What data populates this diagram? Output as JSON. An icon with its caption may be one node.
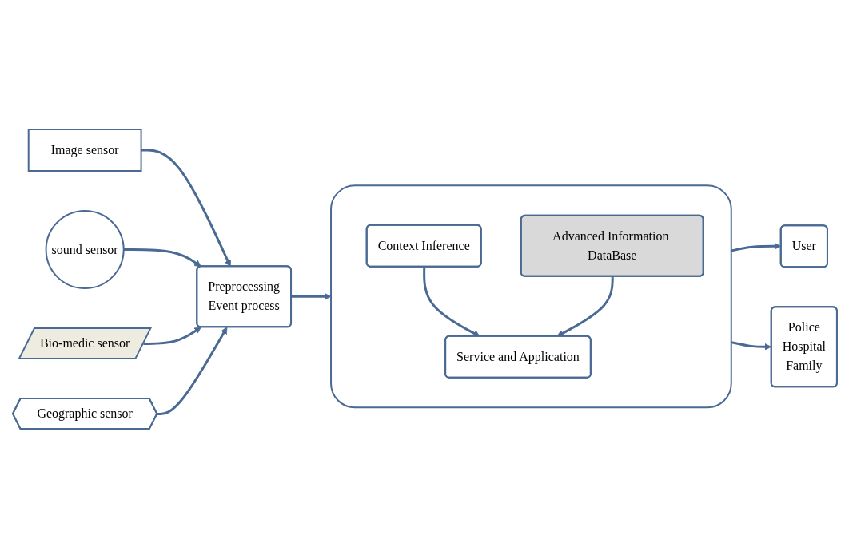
{
  "diagram": {
    "nodes": [
      {
        "text": [
          "Image sensor"
        ]
      },
      {
        "text": [
          "sound sensor"
        ]
      },
      {
        "text": [
          "Bio-medic sensor"
        ]
      },
      {
        "text": [
          "Geographic sensor"
        ]
      },
      {
        "text": [
          "Preprocessing",
          "Event process"
        ]
      },
      {
        "text": [],
        "shape": "box"
      },
      {
        "text": [
          "Advanced Information DataBase"
        ],
        "in": 5
      },
      {
        "text": [
          "Context Inference"
        ],
        "in": 5
      },
      {
        "text": [
          "Service and Application"
        ],
        "in": 5
      },
      {
        "text": [
          "User"
        ]
      },
      {
        "text": [
          "Police",
          "Hospital",
          "Family"
        ]
      }
    ],
    "edges": [
      {
        "from": 0,
        "to": 4,
        "arrow": "to"
      },
      {
        "from": 1,
        "to": 4,
        "arrow": "to"
      },
      {
        "from": 2,
        "to": 4,
        "arrow": "to"
      },
      {
        "from": 3,
        "to": 4,
        "arrow": "to"
      },
      {
        "from": 4,
        "to": 5,
        "arrow": "to"
      },
      {
        "from": 7,
        "to": 8,
        "arrow": "to"
      },
      {
        "from": 6,
        "to": 8,
        "arrow": "to"
      },
      {
        "from": 5,
        "to": 9,
        "arrow": "to"
      },
      {
        "from": 5,
        "to": 10,
        "arrow": "to"
      }
    ]
  }
}
